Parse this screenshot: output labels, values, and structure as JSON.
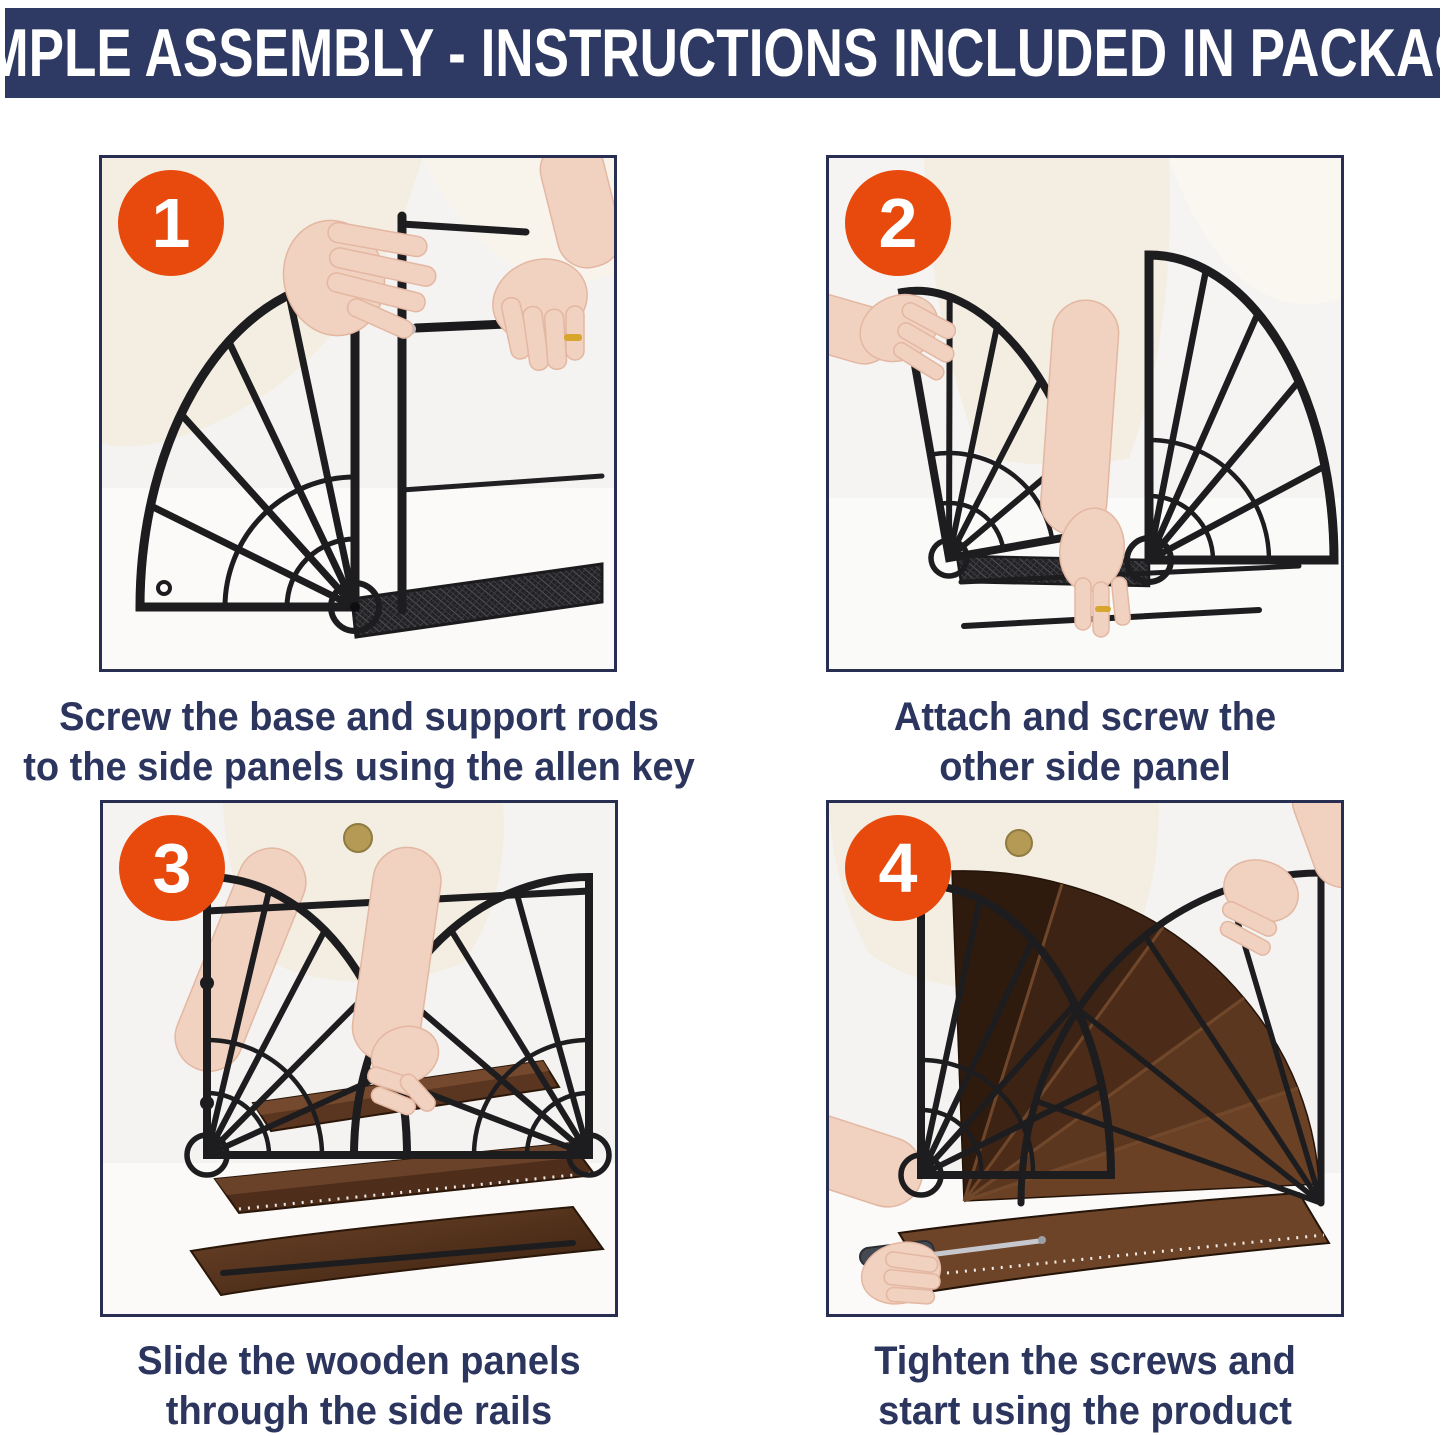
{
  "header": {
    "title": "SIMPLE ASSEMBLY - INSTRUCTIONS INCLUDED IN PACKAGE"
  },
  "steps": [
    {
      "number": "1",
      "caption_line1": "Screw the base and support rods",
      "caption_line2": "to the side panels using the allen key"
    },
    {
      "number": "2",
      "caption_line1": "Attach and screw the",
      "caption_line2": "other side panel"
    },
    {
      "number": "3",
      "caption_line1": "Slide the wooden panels",
      "caption_line2": "through the side rails"
    },
    {
      "number": "4",
      "caption_line1": "Tighten the screws and",
      "caption_line2": "start using the product"
    }
  ],
  "colors": {
    "header_bg": "#2e3a63",
    "header_text": "#ffffff",
    "caption_text": "#2b355e",
    "photo_border": "#272e52",
    "badge_bg": "#e84a0e",
    "badge_text": "#ffffff",
    "metal_black": "#1d1d20",
    "wood_dark": "#3a2112",
    "wood_light": "#6e4428",
    "photo_background": "#f4f3f1"
  }
}
